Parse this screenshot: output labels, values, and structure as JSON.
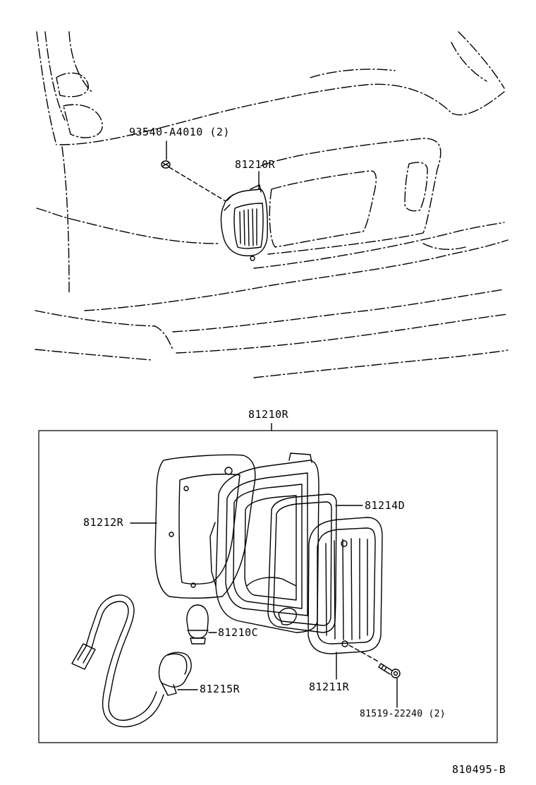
{
  "labels": {
    "grommet_top": "93540-A4010 (2)",
    "lamp_top": "81210R",
    "assembly": "81210R",
    "gasket": "81214D",
    "housing": "81212R",
    "bulb": "81210C",
    "socket": "81215R",
    "lens": "81211R",
    "screw": "81519-22240 (2)",
    "drawing_no": "810495-B"
  },
  "colors": {
    "line": "#000000",
    "background": "#ffffff"
  }
}
